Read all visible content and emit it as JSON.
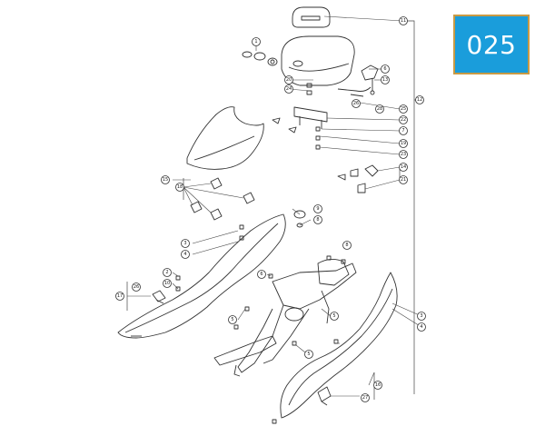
{
  "page_badge": "025",
  "colors": {
    "badge_bg": "#1a9ddb",
    "badge_border": "#c99a44",
    "badge_text": "#ffffff",
    "line": "#333333"
  },
  "callouts": [
    "1",
    "3",
    "4",
    "5",
    "5",
    "6",
    "7",
    "8",
    "9",
    "2",
    "3",
    "4",
    "5",
    "6",
    "8",
    "10",
    "11",
    "12",
    "13",
    "14",
    "15",
    "16",
    "17",
    "18",
    "19",
    "20",
    "21",
    "22",
    "23",
    "24",
    "25",
    "26",
    "26",
    "27",
    "28"
  ]
}
